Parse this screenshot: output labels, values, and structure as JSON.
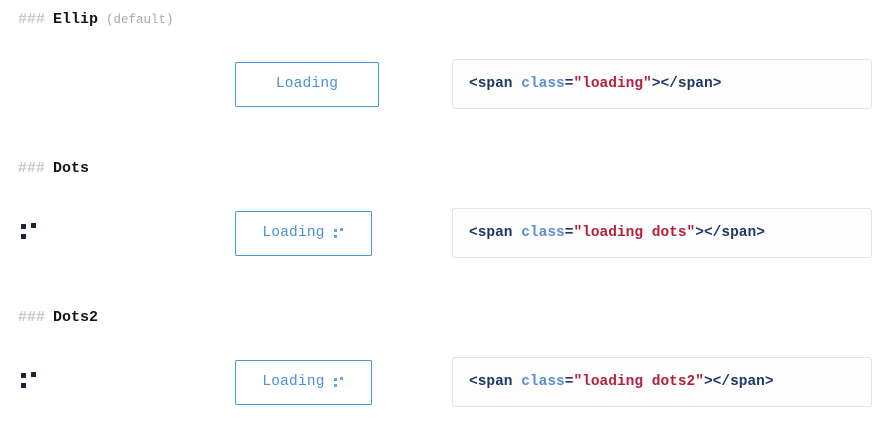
{
  "page": {
    "background": "#ffffff",
    "accent_blue": "#4a90d9",
    "border_blue": "#4a98d8",
    "code_border": "#e2e4e8",
    "hash_color": "#c8c8cc",
    "heading_color": "#14161a",
    "note_color": "#a8a8ae",
    "dot_color": "#1b2433",
    "tag_color": "#1f3864",
    "attr_color": "#5b8fd1",
    "string_color": "#b4213c"
  },
  "sections": [
    {
      "hash": "###",
      "title": "Ellip",
      "note": "(default)",
      "has_loader_glyph": false,
      "button": {
        "label": "Loading",
        "has_dots": false
      },
      "code": {
        "open_tag": "<span",
        "attr": "class",
        "equals": "=",
        "value": "\"loading\"",
        "close_bracket": ">",
        "close_tag": "</span",
        "end_bracket": ">",
        "full": "<span class=\"loading\"></span>"
      }
    },
    {
      "hash": "###",
      "title": "Dots",
      "note": "",
      "has_loader_glyph": true,
      "button": {
        "label": "Loading",
        "has_dots": true
      },
      "code": {
        "open_tag": "<span",
        "attr": "class",
        "equals": "=",
        "value": "\"loading dots\"",
        "close_bracket": ">",
        "close_tag": "</span",
        "end_bracket": ">",
        "full": "<span class=\"loading dots\"></span>"
      }
    },
    {
      "hash": "###",
      "title": "Dots2",
      "note": "",
      "has_loader_glyph": true,
      "button": {
        "label": "Loading",
        "has_dots": true
      },
      "code": {
        "open_tag": "<span",
        "attr": "class",
        "equals": "=",
        "value": "\"loading dots2\"",
        "close_bracket": ">",
        "close_tag": "</span",
        "end_bracket": ">",
        "full": "<span class=\"loading dots2\"></span>"
      }
    }
  ]
}
